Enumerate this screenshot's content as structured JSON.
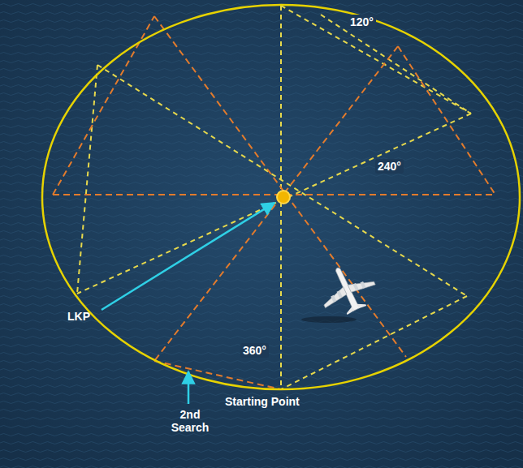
{
  "diagram": {
    "labels": [
      "120°",
      "240°",
      "360°",
      "LKP",
      "Starting Point",
      "2nd Search"
    ]
  }
}
